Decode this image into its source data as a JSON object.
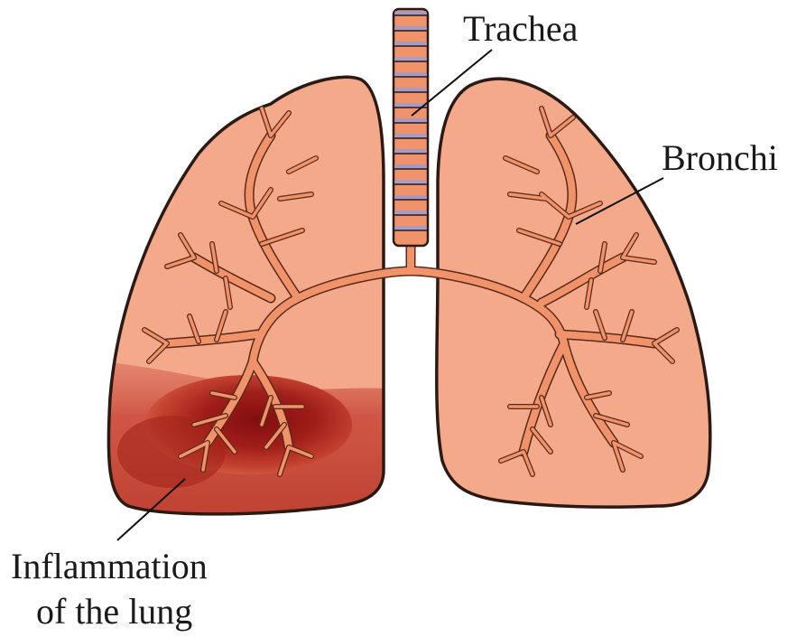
{
  "labels": {
    "trachea": "Trachea",
    "bronchi": "Bronchi",
    "inflammation_line1": "Inflammation",
    "inflammation_line2": "of the lung"
  },
  "colors": {
    "lung_fill": "#f4a98a",
    "lung_outline": "#2b1a14",
    "airway_fill": "#f0936a",
    "trachea_band": "#a79bc3",
    "inflammation_core": "#8b0d10",
    "inflammation_edge": "#c4412f"
  }
}
